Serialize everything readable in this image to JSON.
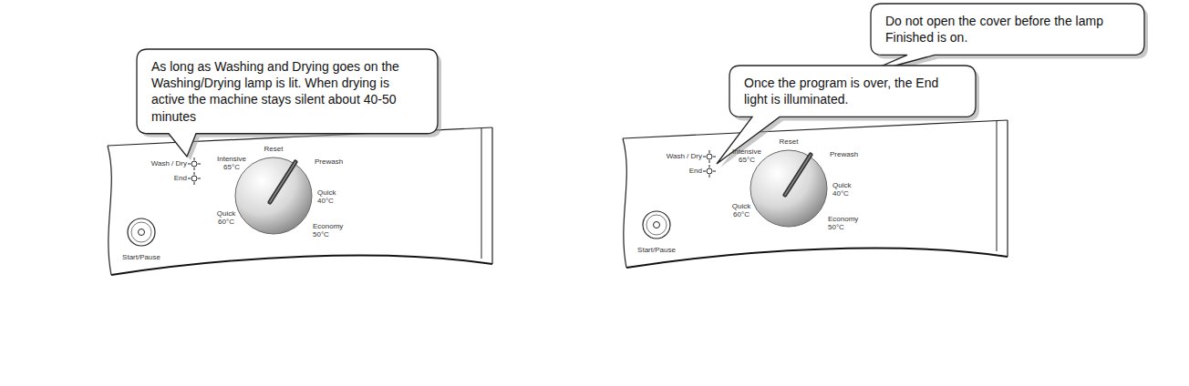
{
  "diagram": {
    "nodes": [
      {
        "text": [
          "As long as Washing and Drying goes on the Washing/Drying lamp is lit. When drying is active the machine stays silent about 40-50 minutes"
        ]
      },
      {
        "text": [
          "Do not open the cover before the lamp Finished is on."
        ]
      },
      {
        "text": [
          "Once the program is over, the End light is illuminated."
        ]
      }
    ],
    "labels": [
      "Wash / Dry",
      "End",
      "Reset",
      "Intensive 65°C",
      "Prewash",
      "Quick 60°C",
      "Quick 40°C",
      "Economy 50°C",
      "Start/Pause",
      "Wash / Dry",
      "End",
      "Reset",
      "Intensive 65°C",
      "Prewash",
      "Quick 60°C",
      "Quick 40°C",
      "Economy 50°C",
      "Start/Pause"
    ]
  }
}
